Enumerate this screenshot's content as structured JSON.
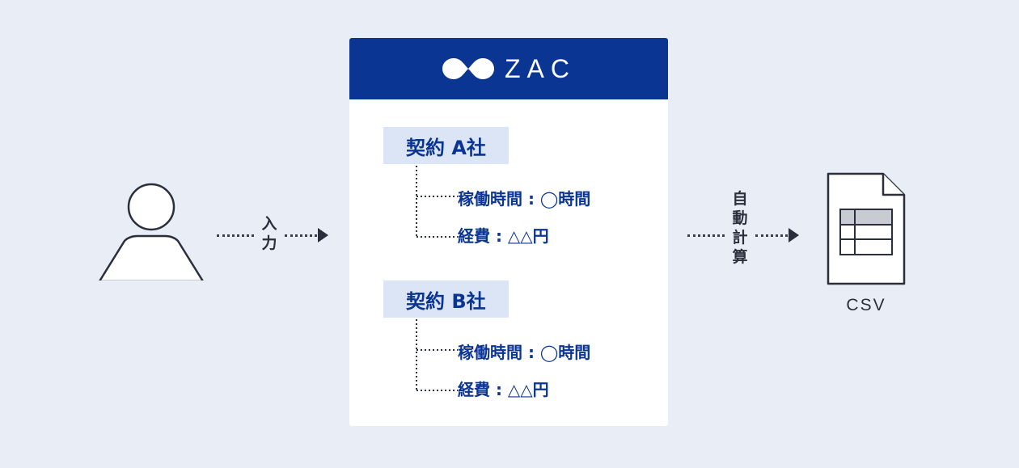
{
  "input_label": [
    "入",
    "力"
  ],
  "calc_label": [
    "自",
    "動",
    "計",
    "算"
  ],
  "zac": {
    "logo_text": "ZAC",
    "contracts": [
      {
        "name": "契約 A社",
        "items": [
          "稼働時間 : ◯時間",
          "経費 : △△円"
        ]
      },
      {
        "name": "契約 B社",
        "items": [
          "稼働時間 : ◯時間",
          "経費 : △△円"
        ]
      }
    ]
  },
  "output": {
    "label": "CSV"
  },
  "colors": {
    "background": "#e8edf6",
    "brand_blue": "#0b3592",
    "tag_bg": "#dce5f5",
    "ink": "#2b2f3b"
  },
  "icons": {
    "person": "user-icon",
    "logo": "zac-logo-icon",
    "file": "csv-file-icon"
  }
}
